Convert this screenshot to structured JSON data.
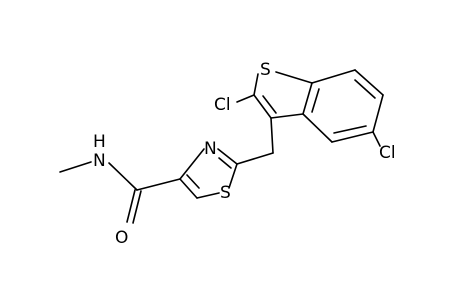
{
  "molecule": {
    "atoms": {
      "sulfur_benzothiophene": "S",
      "chlorine_2": "Cl",
      "chlorine_5": "Cl",
      "nitrogen_thiazole": "N",
      "sulfur_thiazole": "S",
      "amide_nh": "N",
      "amide_h": "H",
      "carbonyl_oxygen": "O"
    }
  }
}
